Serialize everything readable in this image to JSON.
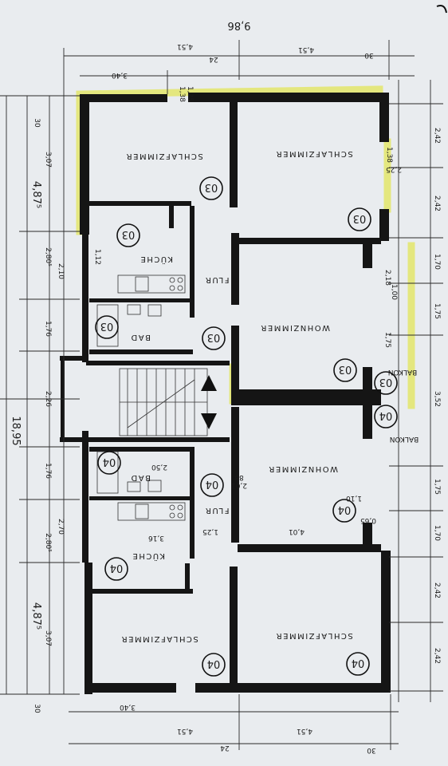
{
  "rooms": {
    "upper": {
      "schlafzimmer_left": "SCHLAFZIMMER",
      "schlafzimmer_right": "SCHLAFZIMMER",
      "kueche": "KÜCHE",
      "flur": "FLUR",
      "bad": "BAD",
      "wohnzimmer": "WOHNZIMMER",
      "balkon": "BALKON"
    },
    "lower": {
      "balkon": "BALKON",
      "wohnzimmer": "WOHNZIMMER",
      "bad": "BAD",
      "flur": "FLUR",
      "kueche": "KÜCHE",
      "schlafzimmer_left": "SCHLAFZIMMER",
      "schlafzimmer_right": "SCHLAFZIMMER"
    }
  },
  "unit_marks": {
    "upper": "03",
    "lower": "04"
  },
  "dims": {
    "top_total": "9,86",
    "top_right": "4,51",
    "top_mid": "4,51",
    "top_left": "3,40",
    "top_24": "24",
    "top_30": "30",
    "top_window": "1,25",
    "top_window_h": "1,38",
    "bottom_total": "4,51",
    "bottom_left": "3,40",
    "bottom_24": "24",
    "bottom_30": "30",
    "bottom_right": "4,51",
    "left_total": "18,95",
    "left_upper": "4,87⁵",
    "left_lower": "4,87⁵",
    "left_307_a": "3,07",
    "left_280_a": "2,80⁵",
    "left_176_a": "1,76",
    "left_226": "2,26",
    "left_176_b": "1,76",
    "left_280_b": "2,80⁵",
    "left_307_b": "3,07",
    "left_30_a": "30",
    "left_30_b": "30",
    "left_210": "2,10",
    "left_270": "2,70",
    "right_242_a": "2,42",
    "right_242_b": "2,42",
    "right_170_a": "1,70",
    "right_175_a": "1,75",
    "right_352": "3,52",
    "right_175_b": "1,75",
    "right_170_b": "1,70",
    "right_242_c": "2,42",
    "right_242_d": "2,42",
    "kueche_316": "3,16",
    "bad_250": "2,50",
    "wz_401": "4,01",
    "door_88": "88",
    "door_201": "2,01",
    "win_125": "1,25",
    "win_138": "1,38",
    "win_225": "2,25",
    "win_100": "1,00",
    "win_218": "2,18",
    "win_175": "1,75",
    "win_112": "1,12",
    "win_065": "0,65",
    "win_110": "1,10"
  }
}
